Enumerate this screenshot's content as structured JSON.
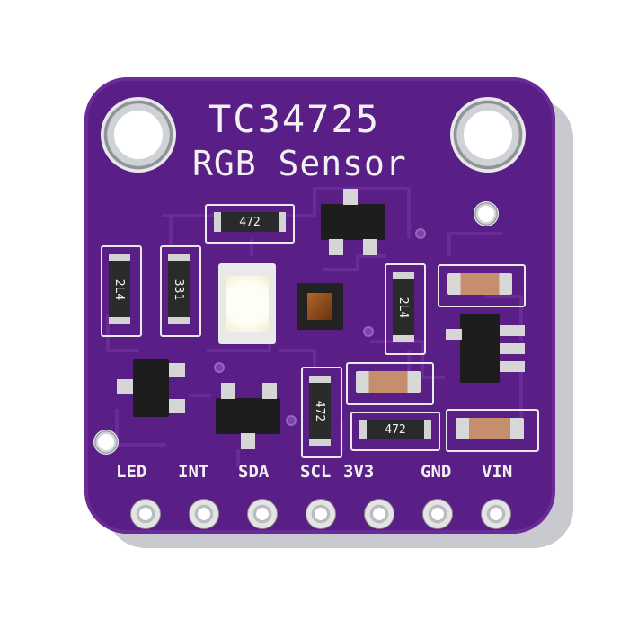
{
  "board": {
    "title": "TC34725",
    "subtitle": "RGB Sensor",
    "pins": [
      "LED",
      "INT",
      "SDA",
      "SCL",
      "3V3",
      "GND",
      "VIN"
    ],
    "resistor_codes": [
      "472",
      "2L4",
      "331",
      "2L4",
      "472",
      "472"
    ],
    "colors": {
      "pcb": "#5a1f86",
      "silkscreen": "#f1f1f1",
      "pad": "#e4e4e4",
      "led_lens": "#fffef4",
      "sensor_die": "#b16427"
    }
  }
}
